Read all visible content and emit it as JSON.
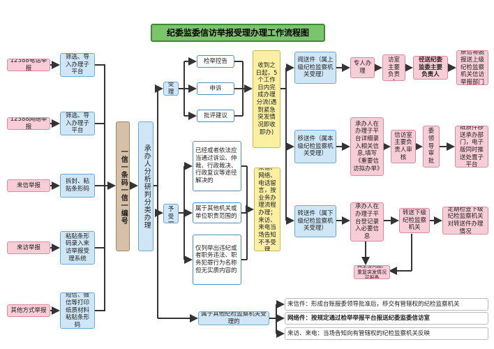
{
  "title": "纪委监委信访举报受理办理工作流程图",
  "sources": [
    {
      "label": "12388电话举报",
      "process": "筛选、导入办理子平台"
    },
    {
      "label": "12388网络举报",
      "process": "筛选、导入办理子平台"
    },
    {
      "label": "来信举报",
      "process": "拆封、粘贴条形码"
    },
    {
      "label": "来访举报",
      "process": "粘贴条形码录入来访举报受理系统"
    },
    {
      "label": "其他方式举报",
      "process": "短信、微信等打印纸质材料粘贴条形码"
    }
  ],
  "code_box": "一信一条码一信一编号",
  "analysis_box": "承办人分析研判分类办理",
  "accept": {
    "label": "受理",
    "types": [
      "检举控告",
      "申诉",
      "批评建议"
    ],
    "deadline": "收到之日起，5个工作日内完成办理分流(遇到紧急突发情况即收即办)"
  },
  "reject": {
    "label": "不予受理",
    "cases": [
      "已经或者依法应当通过诉讼、仲裁、行政裁决、行政复议等途径解决的",
      "属于其他机关或单位职责范围的",
      "仅列举出违纪或者职务违法、职务犯罪行为名称但无实质内容的"
    ],
    "notice": "来信、网络、电话留言，按业务办理流程办理；来访、来电当场告知不予受理"
  },
  "flows": [
    {
      "category": "阅送件（属上级纪检监察机关受理）",
      "steps": [
        "专人办理",
        "送信访室主要负责人",
        "径送纪委监委主要负责人"
      ],
      "result": "原信将函报送上级纪检监察机关信访举报部门"
    },
    {
      "category": "移送件（属本级纪检监察机关受理）",
      "steps": [
        "承办人在办理子平台详细录入相关信息,填写《重要信访拟办单》",
        "信访室主要负责人审核",
        "委领导审批"
      ],
      "result": "纸质件移送承办部门，电子版同时推送处置子平台"
    },
    {
      "category": "转送件（属下级纪检监察机关受理）",
      "steps": [
        "承办人在办理子平台登记录入必要信息",
        "转送下级纪检监察机关"
      ],
      "side": "典型性问题、重复突发情况可报备",
      "result": "定期检查下级纪检监察机关对转送件办理情况"
    }
  ],
  "other": {
    "label": "属于其他纪检监察机关受理的",
    "items": [
      "来信件：形成台账报委领导批准后，移交有管辖权的纪检监察机关",
      "网络件：按规定通过检举举报平台报送纪委监委信访室",
      "来访、来电：当场告知向有管辖权的纪检监察机关反映"
    ]
  },
  "colors": {
    "title": "#7cc46c",
    "source": "#f7cdd8",
    "process": "#cfe6f7",
    "deadline": "#fbf0a2",
    "code": "#d7c0a8",
    "line": "#333333"
  }
}
